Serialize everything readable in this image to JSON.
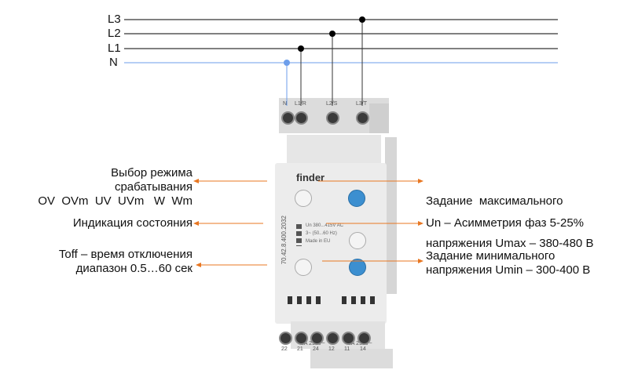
{
  "wires": [
    {
      "label": "L3",
      "color": "#000000"
    },
    {
      "label": "L2",
      "color": "#000000"
    },
    {
      "label": "L1",
      "color": "#000000"
    },
    {
      "label": "N",
      "color": "#6d9eeb"
    }
  ],
  "device": {
    "brand": "finder",
    "model": "70.42.8.400.2032",
    "top_terminals": [
      "N",
      "L1/R",
      "L2/S",
      "L3/T"
    ],
    "bottom_terminals": [
      "22",
      "21",
      "24",
      "12",
      "11",
      "14"
    ],
    "rating_1": "8A 250V~",
    "rating_2": "8A 250V~",
    "spec_lines": [
      "Un 380...415V AC",
      "3~ (50...60 Hz)",
      "Made in EU"
    ]
  },
  "annotations": {
    "mode": [
      "Выбор режима срабатывания",
      "OV  OVm  UV  UVm   W  Wm"
    ],
    "status": "Индикация состояния",
    "toff": [
      "Toff – время отключения",
      "диапазон 0.5…60 сек"
    ],
    "umax": [
      "Задание  максимального",
      "напряжения Umax – 380-480 В"
    ],
    "asym": "Un – Асимметрия фаз 5-25%",
    "umin": [
      "Задание минимального",
      "напряжения Umin – 300-400 В"
    ]
  },
  "colors": {
    "arrow": "#e87722",
    "knob_blue": "#3c8fd0"
  }
}
